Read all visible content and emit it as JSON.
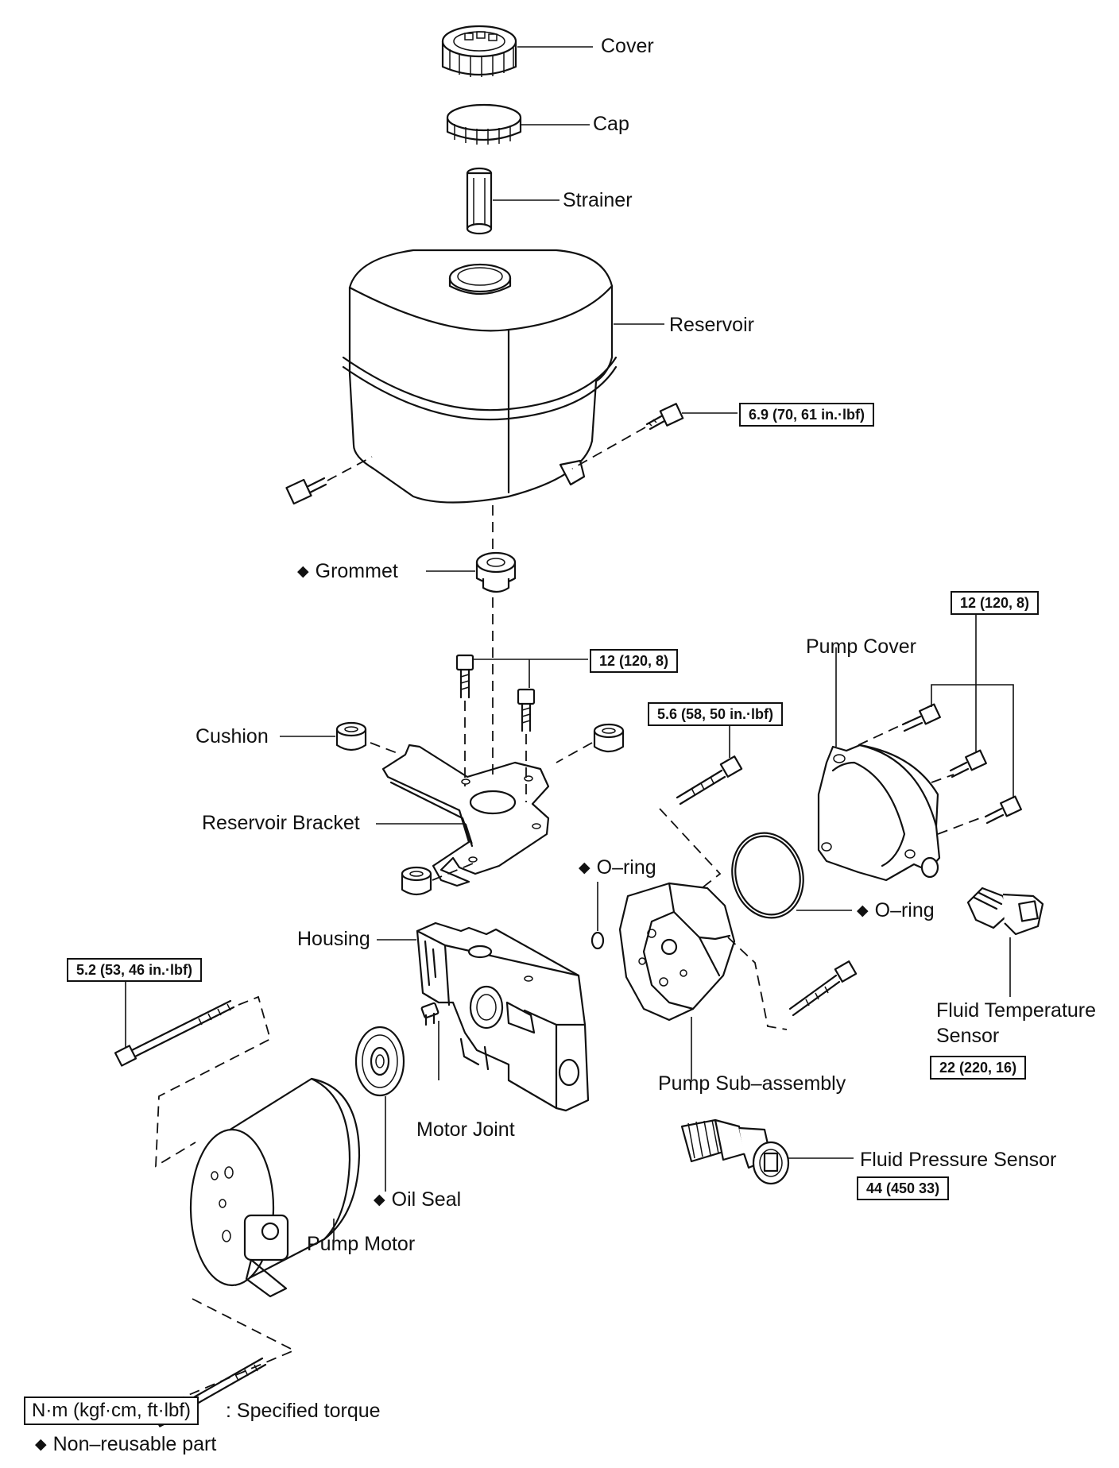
{
  "labels": {
    "cover": "Cover",
    "cap": "Cap",
    "strainer": "Strainer",
    "reservoir": "Reservoir",
    "grommet": "Grommet",
    "cushion": "Cushion",
    "reservoir_bracket": "Reservoir Bracket",
    "pump_cover": "Pump Cover",
    "o_ring_left": "O–ring",
    "o_ring_right": "O–ring",
    "housing": "Housing",
    "fluid_temp_sensor_1": "Fluid Temperature",
    "fluid_temp_sensor_2": "Sensor",
    "pump_sub_assembly": "Pump Sub–assembly",
    "motor_joint": "Motor Joint",
    "oil_seal": "Oil Seal",
    "pump_motor": "Pump Motor",
    "fluid_pressure_sensor": "Fluid Pressure Sensor"
  },
  "torques": {
    "reservoir_bolt": "6.9 (70, 61 in.·lbf)",
    "bracket_bolts": "12 (120, 8)",
    "pump_cover_bolts": "12 (120, 8)",
    "pump_sub_bolt": "5.6 (58, 50 in.·lbf)",
    "pump_motor_bolt": "5.2 (53, 46 in.·lbf)",
    "fluid_temp_sensor": "22 (220, 16)",
    "fluid_pressure_sensor": "44 (450 33)"
  },
  "legend": {
    "torque_unit_box": "N·m (kgf·cm, ft·lbf)",
    "torque_text": ": Specified torque",
    "non_reusable": "Non–reusable part"
  }
}
